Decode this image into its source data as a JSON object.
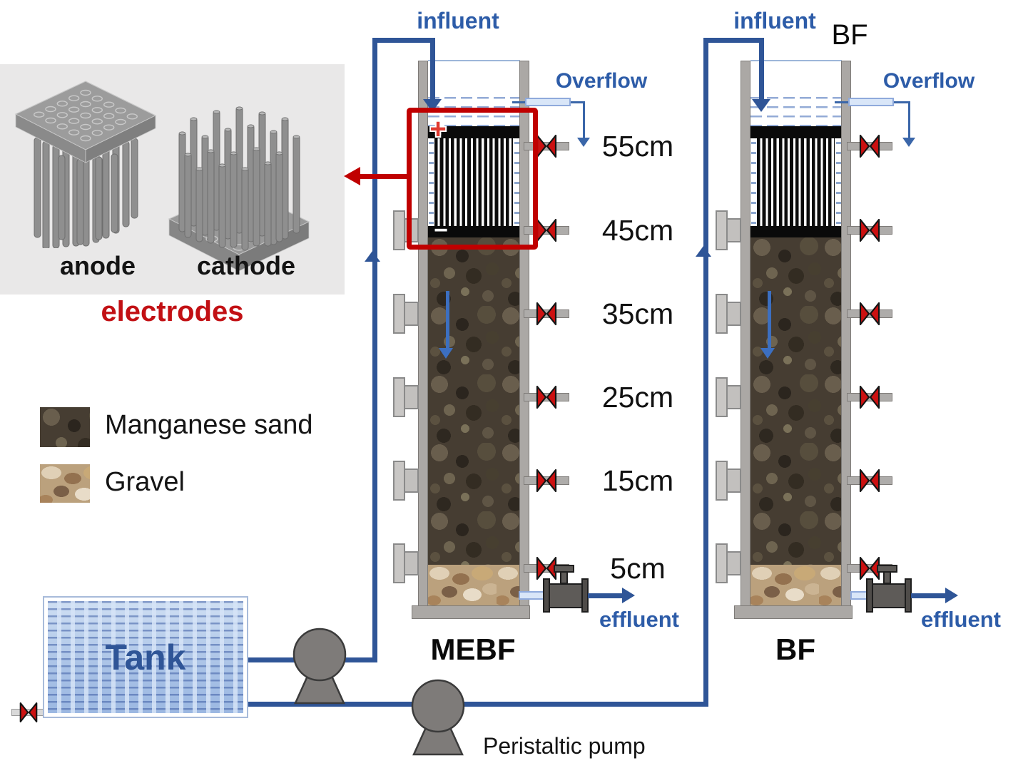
{
  "electrodes_panel": {
    "anode_label": "anode",
    "cathode_label": "cathode",
    "caption": "electrodes"
  },
  "legend": {
    "manganese_sand": "Manganese sand",
    "gravel": "Gravel"
  },
  "tank": {
    "label": "Tank"
  },
  "pump": {
    "peristaltic_label": "Peristaltic pump"
  },
  "mebf": {
    "name": "MEBF",
    "influent": "influent",
    "overflow": "Overflow",
    "effluent": "effluent",
    "anode_marker": "+",
    "cathode_marker": "−",
    "depth_labels": [
      "55cm",
      "45cm",
      "35cm",
      "25cm",
      "15cm",
      "5cm"
    ]
  },
  "bf": {
    "name": "BF",
    "top_label": "BF",
    "influent": "influent",
    "overflow": "Overflow",
    "effluent": "effluent"
  },
  "colors": {
    "pipe_blue": "#2F5597",
    "label_blue": "#2D5CA8",
    "accent_red": "#C00000",
    "caption_red": "#C21014",
    "valve_red": "#CC1111",
    "tank_text_blue": "#2F5597"
  }
}
